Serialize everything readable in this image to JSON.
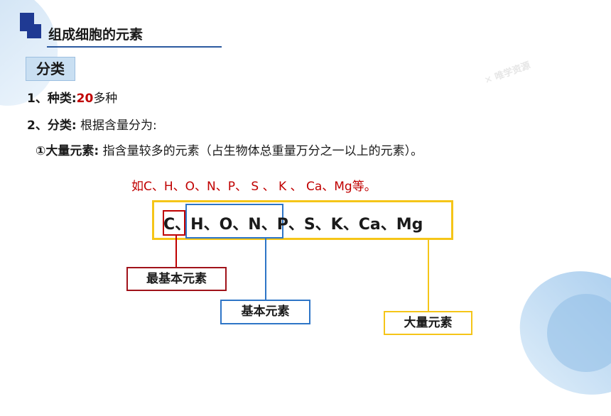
{
  "slide": {
    "title": "组成细胞的元素",
    "tag": "分类",
    "watermark": "✕ 唯学资源"
  },
  "points": {
    "p1_label": "1、种类:",
    "p1_value": "20",
    "p1_suffix": "多种",
    "p2_label": "2、分类:",
    "p2_text": "根据含量分为:",
    "p3_label": "①大量元素:",
    "p3_text": "指含量较多的元素（占生物体总重量万分之一以上的元素）。"
  },
  "example": "如C、H、O、N、P、 S 、 K 、 Ca、Mg等。",
  "elements": {
    "c": "C",
    "sep1": "、",
    "hon": "H、O、N",
    "rest": "、P、S、K、Ca、Mg"
  },
  "labels": {
    "basic_most": "最基本元素",
    "basic": "基本元素",
    "major": "大量元素"
  },
  "colors": {
    "red": "#c00000",
    "blue": "#2e75c7",
    "yellow": "#f5c518"
  }
}
